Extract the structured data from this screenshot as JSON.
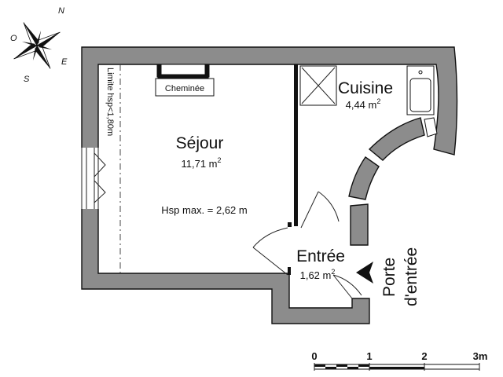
{
  "compass": {
    "north": "N",
    "east": "E",
    "south": "S",
    "west": "O"
  },
  "rooms": {
    "sejour": {
      "name": "Séjour",
      "area_value": "11,71 m",
      "area_exp": "2"
    },
    "cuisine": {
      "name": "Cuisine",
      "area_value": "4,44 m",
      "area_exp": "2"
    },
    "entree": {
      "name": "Entrée",
      "area_value": "1,62 m",
      "area_exp": "2"
    }
  },
  "labels": {
    "cheminee": "Cheminée",
    "limite_hsp": "Limite hsp<1,80m",
    "hsp_max": "Hsp max. = 2,62 m",
    "porte_line1": "Porte",
    "porte_line2": "d'entrée"
  },
  "scale_bar": {
    "ticks": [
      "0",
      "1",
      "2",
      "3m"
    ]
  }
}
